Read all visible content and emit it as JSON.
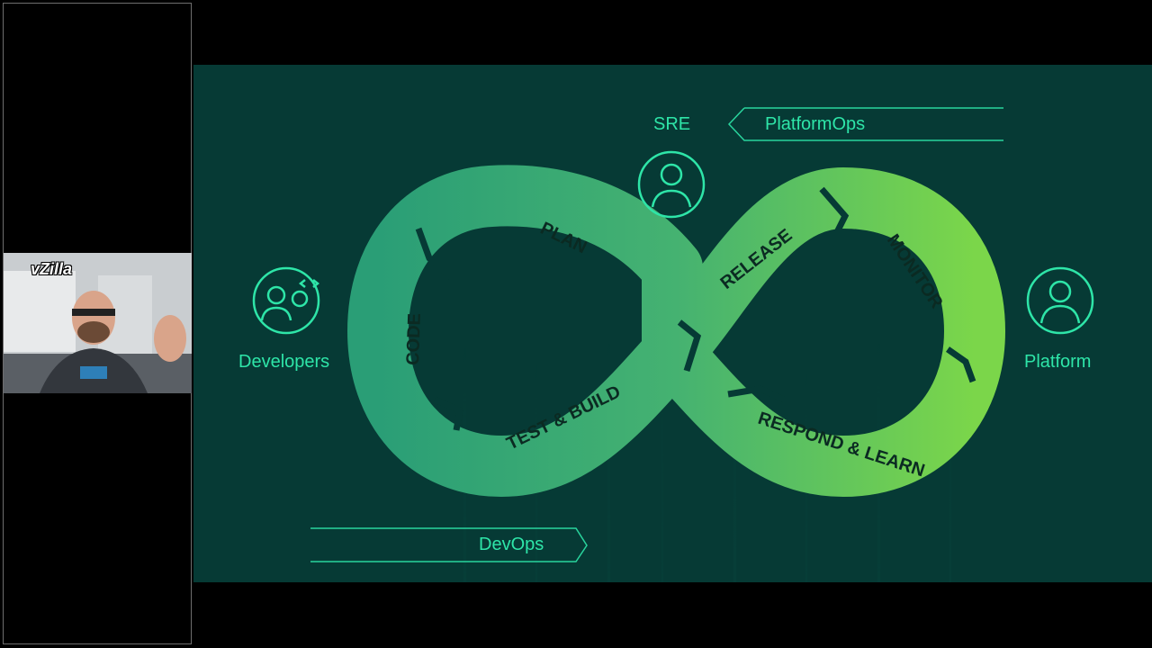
{
  "webcam": {
    "overlay_label": "vZilla"
  },
  "slide": {
    "sre_label": "SRE",
    "platformops_label": "PlatformOps",
    "developers_label": "Developers",
    "platform_label": "Platform",
    "devops_label": "DevOps",
    "stages": {
      "plan": "PLAN",
      "code": "CODE",
      "test_build": "TEST & BUILD",
      "release": "RELEASE",
      "monitor": "MONITOR",
      "respond_learn": "RESPOND & LEARN"
    },
    "colors": {
      "background": "#063a35",
      "accent": "#2ee5a8",
      "loop_left": "#2a9e76",
      "loop_right": "#7bd64a",
      "stage_text": "#0b2a22"
    }
  }
}
